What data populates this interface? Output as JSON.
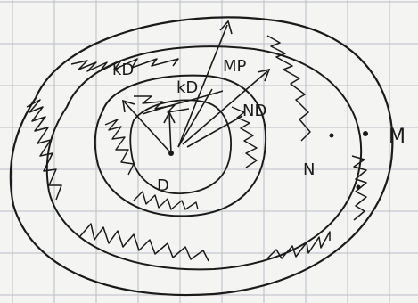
{
  "diagram": {
    "labels": {
      "kd_outer": "kD",
      "kd_inner": "kD",
      "mp": "MP",
      "nd": "ND",
      "d_center": "D",
      "n_point": "N",
      "m_point": "M"
    },
    "ink_color": "#1a1a1a",
    "grid_color": "#b9bdc4",
    "paper_color": "#f4f4f2"
  }
}
